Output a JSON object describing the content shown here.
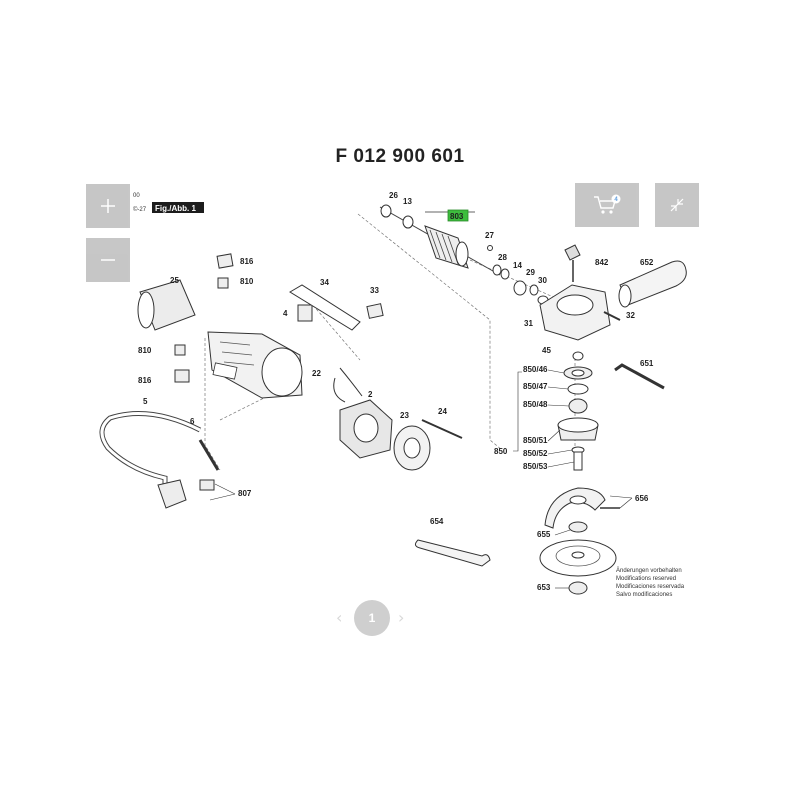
{
  "title": "F 012 900 601",
  "figure_label": "Fig./Abb. 1",
  "corner_texts": [
    "00",
    "©-27"
  ],
  "controls": {
    "zoom_in_icon": "plus-icon",
    "zoom_out_icon": "minus-icon",
    "cart_icon": "cart-icon",
    "cart_count": "4",
    "collapse_icon": "collapse-arrows-icon"
  },
  "highlight": {
    "label": "803",
    "color": "#3dbd3d"
  },
  "part_labels": [
    "26",
    "13",
    "27",
    "28",
    "14",
    "29",
    "30",
    "842",
    "652",
    "31",
    "32",
    "816",
    "810",
    "25",
    "34",
    "33",
    "4",
    "810",
    "816",
    "22",
    "2",
    "23",
    "24",
    "45",
    "651",
    "850/46",
    "850/47",
    "850/48",
    "850",
    "850/51",
    "850/52",
    "850/53",
    "5",
    "6",
    "807",
    "656",
    "654",
    "655",
    "653"
  ],
  "notice": [
    "Änderungen vorbehalten",
    "Modifications reserved",
    "Modificaciones reservada",
    "Salvo modificaciones"
  ],
  "pagination": {
    "current": "1",
    "prev": "‹",
    "next": "›"
  }
}
